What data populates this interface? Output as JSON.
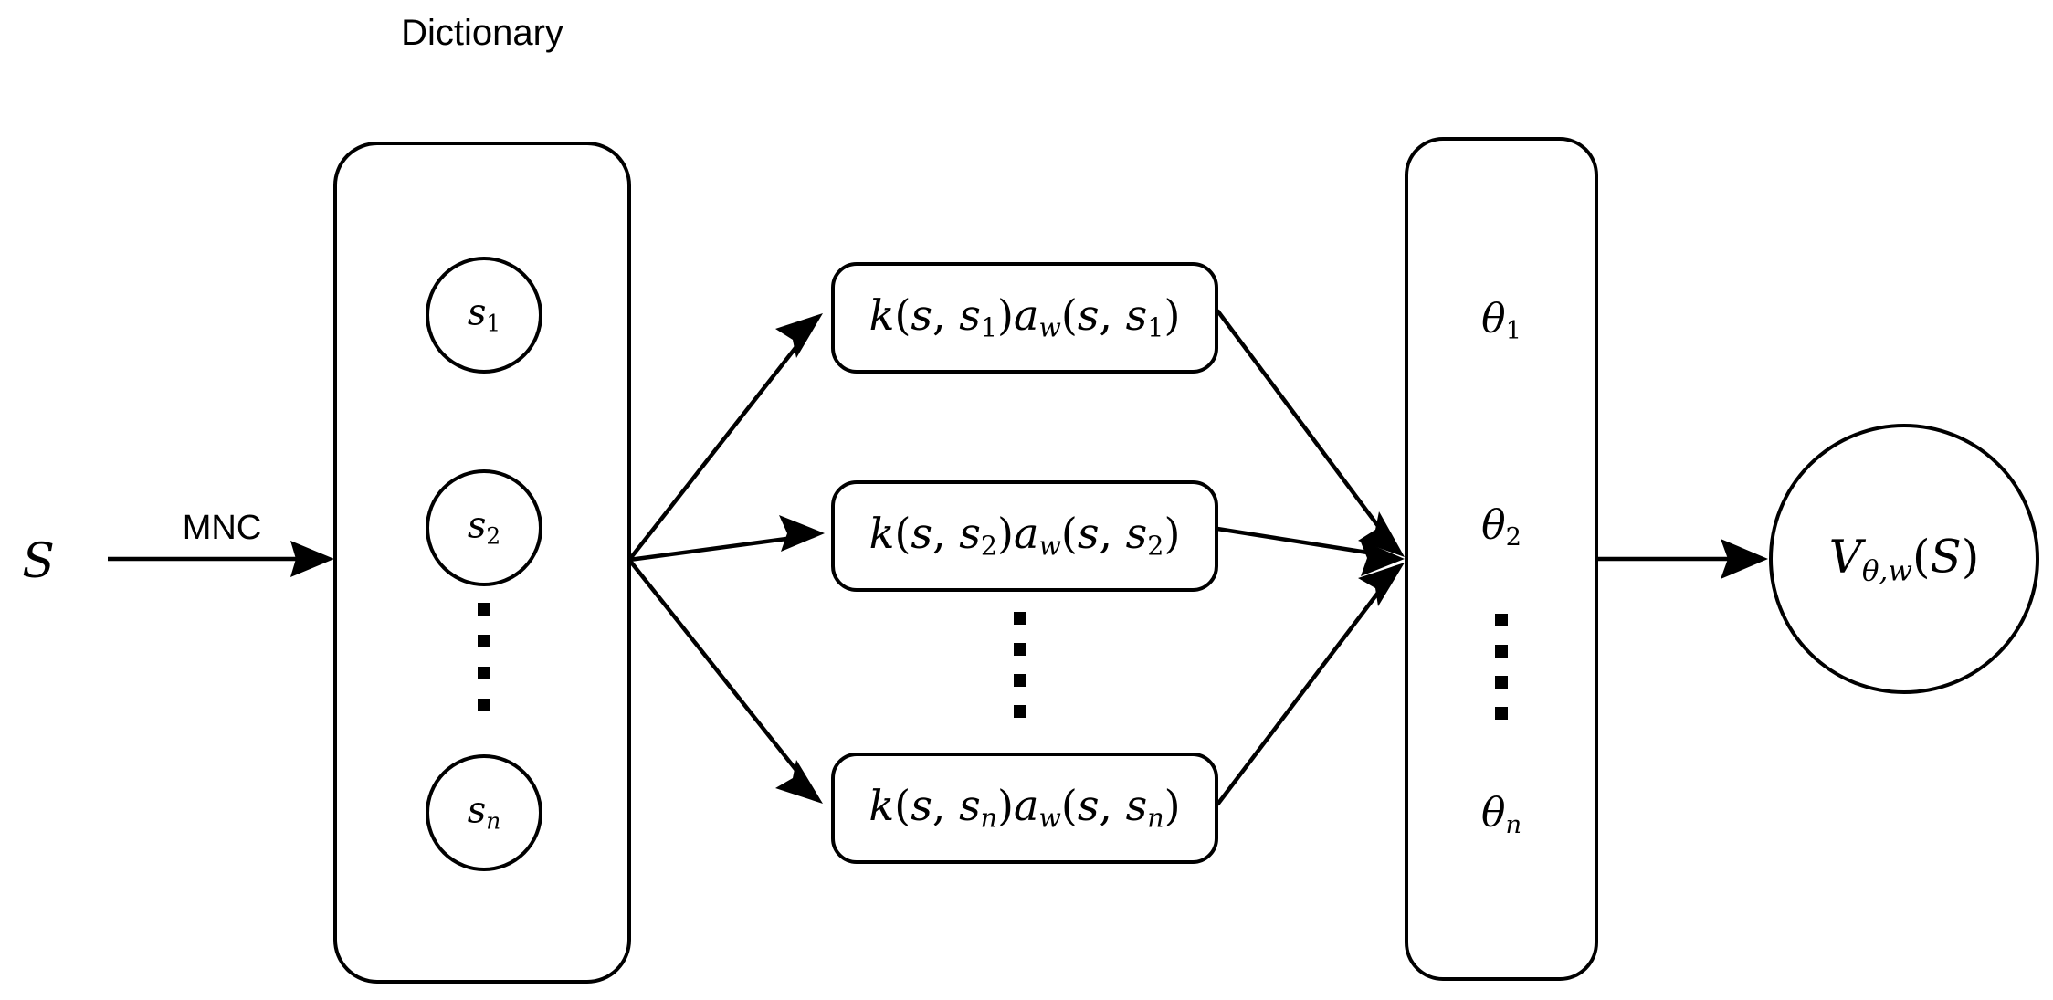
{
  "diagram": {
    "title_label": "Dictionary",
    "input": {
      "symbol": "S",
      "edge_label": "MNC"
    },
    "dictionary": {
      "name": "Dictionary",
      "items": [
        {
          "base": "s",
          "sub": "1",
          "text": "s1"
        },
        {
          "base": "s",
          "sub": "2",
          "text": "s2"
        },
        {
          "base": "s",
          "sub": "n",
          "text": "sn"
        }
      ],
      "ellipsis": "vertical-dots",
      "ellipsis_dot_count": 4
    },
    "kernel_blocks": [
      {
        "k_fn": "k",
        "a_fn": "a",
        "a_sub": "w",
        "arg1": "s",
        "arg2_base": "s",
        "arg2_sub": "1",
        "text": "k(s, s1)aw(s, s1)"
      },
      {
        "k_fn": "k",
        "a_fn": "a",
        "a_sub": "w",
        "arg1": "s",
        "arg2_base": "s",
        "arg2_sub": "2",
        "text": "k(s, s2)aw(s, s2)"
      },
      {
        "k_fn": "k",
        "a_fn": "a",
        "a_sub": "w",
        "arg1": "s",
        "arg2_base": "s",
        "arg2_sub": "n",
        "text": "k(s, sn)aw(s, sn)"
      }
    ],
    "kernel_ellipsis": "vertical-dots",
    "kernel_ellipsis_dot_count": 4,
    "theta": {
      "items": [
        {
          "base": "θ",
          "sub": "1",
          "text": "θ1"
        },
        {
          "base": "θ",
          "sub": "2",
          "text": "θ2"
        },
        {
          "base": "θ",
          "sub": "n",
          "text": "θn"
        }
      ],
      "ellipsis": "vertical-dots",
      "ellipsis_dot_count": 4
    },
    "output": {
      "base": "V",
      "sub": "θ,w",
      "arg": "(S)",
      "text": "Vθ,w(S)"
    },
    "colors": {
      "stroke": "#000000",
      "background": "#ffffff",
      "text": "#000000"
    }
  }
}
